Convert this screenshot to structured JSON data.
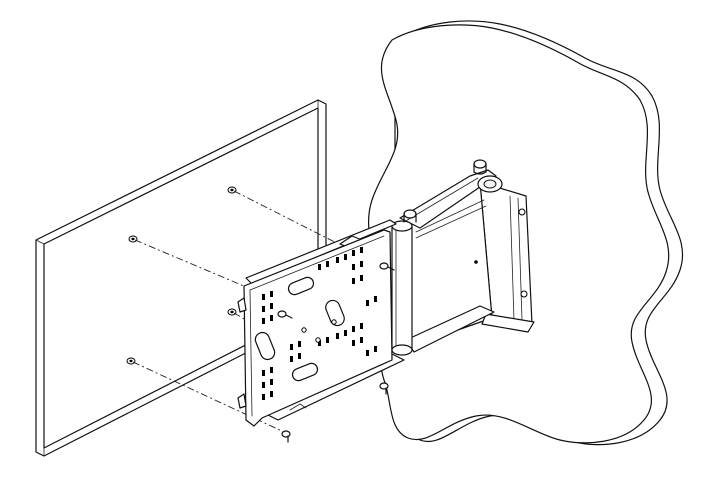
{
  "figure": {
    "colors": {
      "line": "#111111",
      "background": "#ffffff",
      "panel_fill": "#f2f2f2"
    },
    "parts": {
      "wall": "wall-surface",
      "display": "display-panel",
      "mount_arm": "articulating-arm",
      "mount_plate": "vesa-adapter-plate",
      "screws": "mounting-screw"
    }
  }
}
